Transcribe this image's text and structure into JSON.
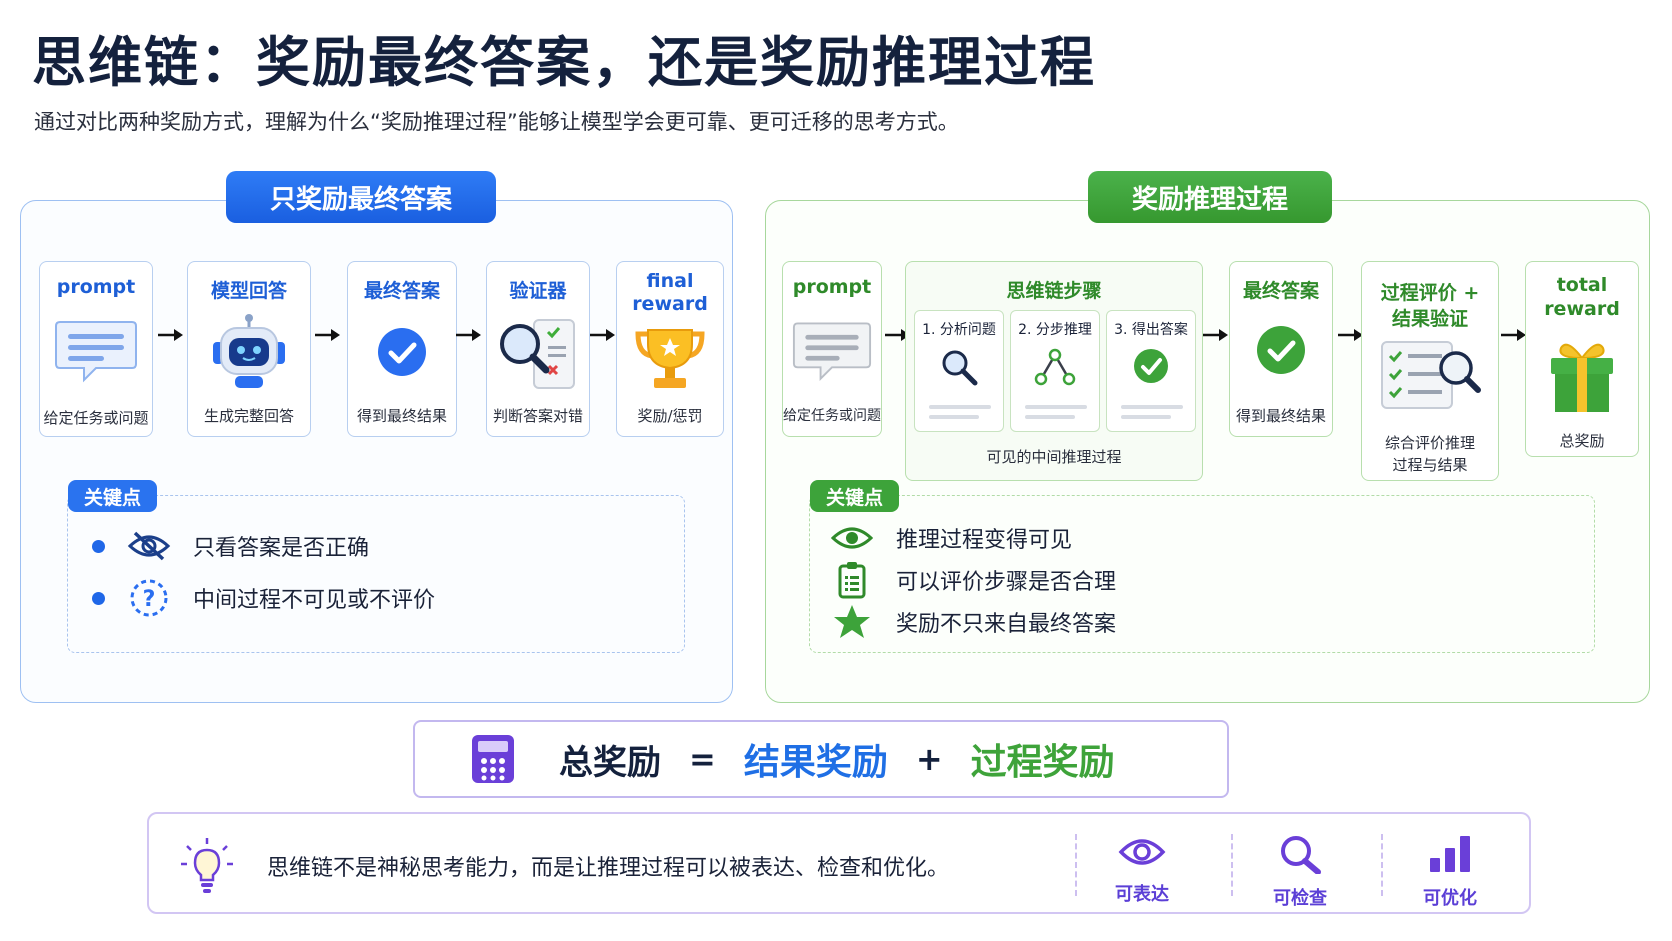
{
  "title": "思维链：奖励最终答案，还是奖励推理过程",
  "subtitle": "通过对比两种奖励方式，理解为什么“奖励推理过程”能够让模型学会更可靠、更可迁移的思考方式。",
  "left_panel": {
    "header": "只奖励最终答案",
    "cards": [
      {
        "title": "prompt",
        "caption": "给定任务或问题",
        "icon": "chat-bubble-icon"
      },
      {
        "title": "模型回答",
        "caption": "生成完整回答",
        "icon": "robot-icon"
      },
      {
        "title": "最终答案",
        "caption": "得到最终结果",
        "icon": "check-circle-icon"
      },
      {
        "title": "验证器",
        "caption": "判断答案对错",
        "icon": "magnifier-checklist-icon"
      },
      {
        "title_line1": "final",
        "title_line2": "reward",
        "caption": "奖励/惩罚",
        "icon": "trophy-icon"
      }
    ],
    "key_points_tag": "关键点",
    "key_points": [
      {
        "text": "只看答案是否正确",
        "icon": "eye-off-icon"
      },
      {
        "text": "中间过程不可见或不评价",
        "icon": "question-circle-icon"
      }
    ]
  },
  "right_panel": {
    "header": "奖励推理过程",
    "prompt_card": {
      "title": "prompt",
      "caption": "给定任务或问题"
    },
    "chain_card": {
      "title": "思维链步骤",
      "steps": [
        "1. 分析问题",
        "2. 分步推理",
        "3. 得出答案"
      ],
      "caption": "可见的中间推理过程"
    },
    "final_card": {
      "title": "最终答案",
      "caption": "得到最终结果"
    },
    "eval_card": {
      "title_line1": "过程评价 +",
      "title_line2": "结果验证",
      "caption_line1": "综合评价推理",
      "caption_line2": "过程与结果"
    },
    "reward_card": {
      "title_line1": "total",
      "title_line2": "reward",
      "caption": "总奖励"
    },
    "key_points_tag": "关键点",
    "key_points": [
      {
        "text": "推理过程变得可见",
        "icon": "eye-icon"
      },
      {
        "text": "可以评价步骤是否合理",
        "icon": "clipboard-list-icon"
      },
      {
        "text": "奖励不只来自最终答案",
        "icon": "star-icon"
      }
    ]
  },
  "formula": {
    "total": "总奖励",
    "equals": "=",
    "outcome": "结果奖励",
    "plus": "+",
    "process": "过程奖励"
  },
  "insight": {
    "text": "思维链不是神秘思考能力，而是让推理过程可以被表达、检查和优化。",
    "features": [
      {
        "label": "可表达",
        "icon": "eye-icon"
      },
      {
        "label": "可检查",
        "icon": "search-icon"
      },
      {
        "label": "可优化",
        "icon": "bar-chart-icon"
      }
    ]
  },
  "colors": {
    "blue": "#1f67e8",
    "green": "#3da33a",
    "purple": "#5b3fd6"
  }
}
